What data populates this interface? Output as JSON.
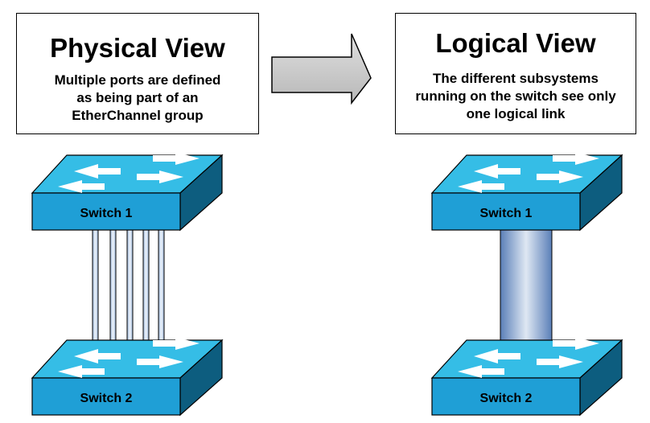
{
  "physical_view": {
    "title": "Physical View",
    "description": "Multiple ports are defined\nas being part of an\nEtherChannel group",
    "switch_top": "Switch 1",
    "switch_bottom": "Switch 2"
  },
  "logical_view": {
    "title": "Logical View",
    "description": "The different subsystems\nrunning on the switch see only\none logical link",
    "switch_top": "Switch 1",
    "switch_bottom": "Switch 2"
  },
  "colors": {
    "switch_top": "#35bde6",
    "switch_front": "#1f9fd6",
    "switch_side": "#0d5d7f",
    "arrow_fill": "#cccccc"
  }
}
